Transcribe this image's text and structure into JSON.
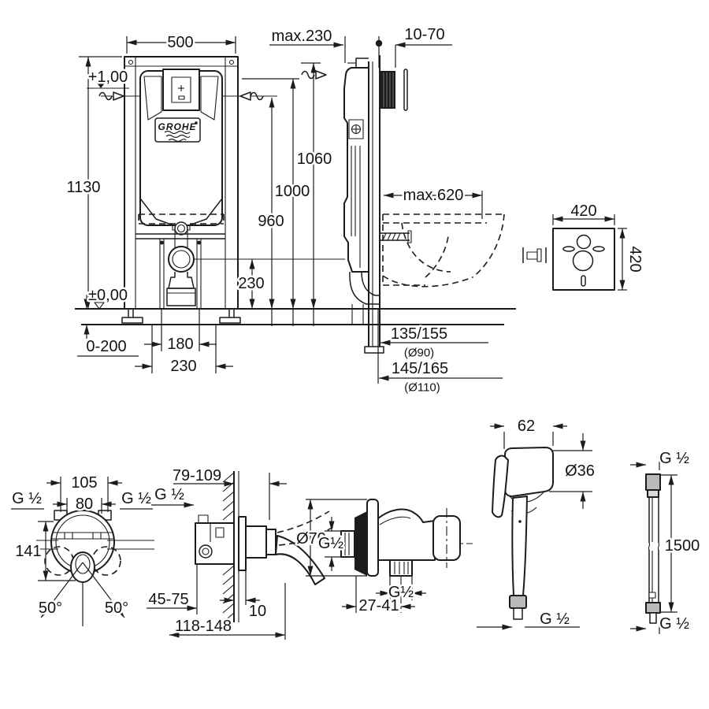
{
  "drawing": {
    "installation_front": {
      "width": "500",
      "height": "1130",
      "level_top": "+1,00",
      "level_zero": "±0,00",
      "brand": "GROHE",
      "feet_range": "0-200",
      "stud_spacing_a": "180",
      "stud_spacing_b": "230",
      "outlet_height": "230"
    },
    "installation_side": {
      "depth_max": "max.230",
      "wall_finish": "10-70",
      "height_a": "1060",
      "height_b": "1000",
      "height_c": "960",
      "bowl_depth_max": "max.620",
      "drain_offset_a": "135/155",
      "drain_dia_a": "(Ø90)",
      "drain_offset_b": "145/165",
      "drain_dia_b": "(Ø110)"
    },
    "sound_insulation_plate": {
      "width": "420",
      "height": "420"
    },
    "mixer_front": {
      "width_a": "105",
      "width_b": "80",
      "thread_left": "G ½",
      "thread_right": "G ½",
      "height": "141",
      "swing_left": "50°",
      "swing_right": "50°"
    },
    "mixer_side": {
      "depth_range": "79-109",
      "thread": "G ½",
      "recess_range": "45-75",
      "plaster": "10",
      "total_range": "118-148"
    },
    "wall_union": {
      "flange_dia": "Ø70",
      "thread_in": "G½",
      "thread_out": "G½",
      "offset_range": "27-41"
    },
    "hand_shower": {
      "head_width": "62",
      "head_dia": "Ø36",
      "thread": "G ½"
    },
    "hose": {
      "thread_top": "G ½",
      "length": "1500",
      "thread_bottom": "G ½"
    }
  }
}
